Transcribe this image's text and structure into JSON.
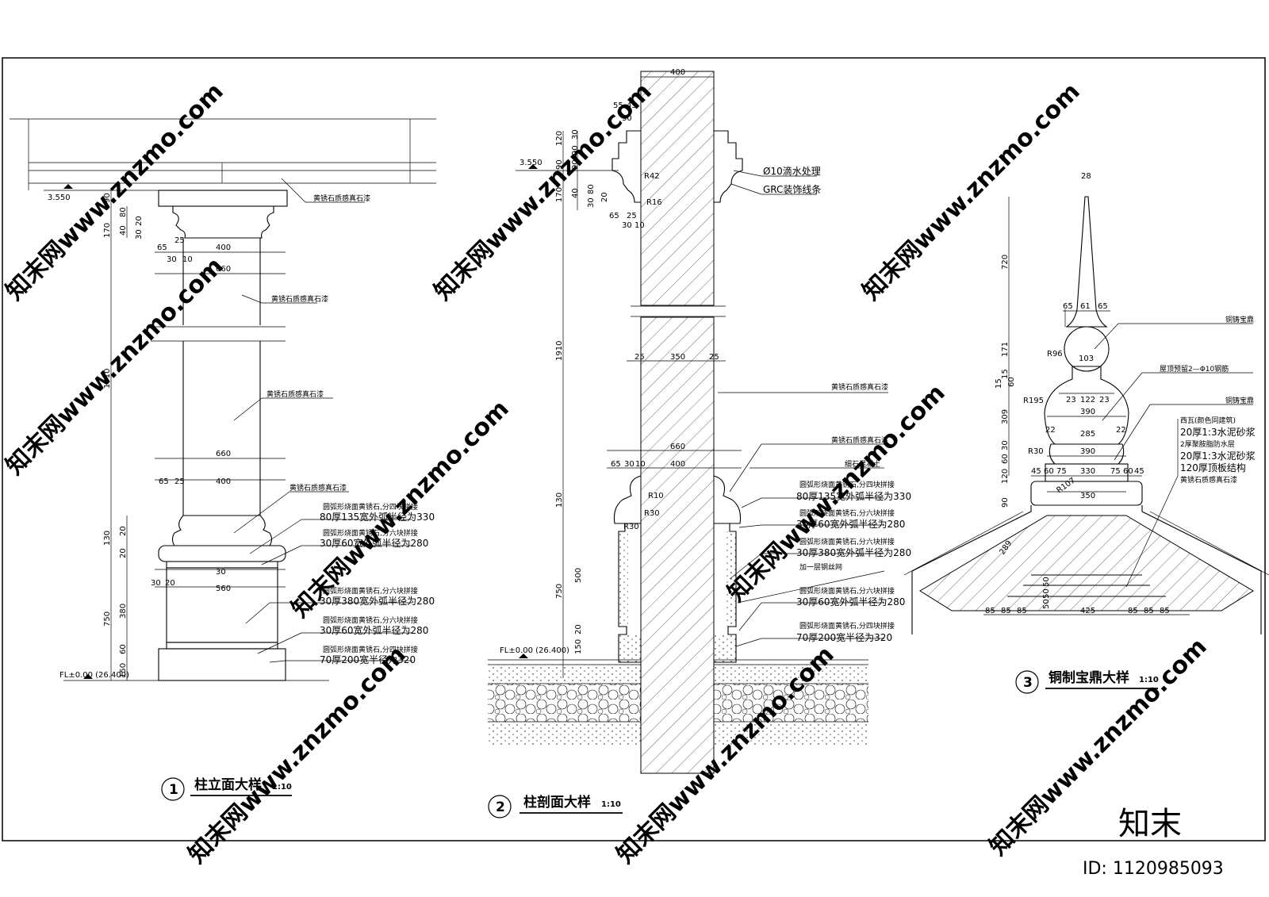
{
  "elevation_detail": {
    "number": "1",
    "title": "柱立面大样",
    "scale": "1:10",
    "level_top": "3.550",
    "level_floor": "FL±0.00 (26.400)",
    "dims_vertical": [
      "90",
      "170",
      "80",
      "20",
      "40",
      "30",
      "1910",
      "130",
      "60",
      "30",
      "20",
      "20",
      "60",
      "60",
      "750",
      "380",
      "20",
      "30",
      "60",
      "20",
      "150"
    ],
    "dims_horizontal": [
      "65",
      "25",
      "400",
      "10",
      "30",
      "660",
      "660",
      "65",
      "25",
      "400",
      "25",
      "10",
      "30",
      "560",
      "660",
      "30",
      "20"
    ],
    "notes": {
      "cap": "黄锈石质感真石漆",
      "shaft_upper": "黄锈石质感真石漆",
      "shaft_mid": "黄锈石质感真石漆",
      "ring_top": "黄锈石质感真石漆",
      "base1_a": "圆弧形烧面黄锈石,分四块拼接",
      "base1_b": "80厚135宽外弧半径为330",
      "base2_a": "圆弧形烧面黄锈石,分六块拼接",
      "base2_b": "30厚60宽外弧半径为280",
      "base3_a": "圆弧形烧面黄锈石,分六块拼接",
      "base3_b": "30厚380宽外弧半径为280",
      "base4_a": "圆弧形烧面黄锈石,分六块拼接",
      "base4_b": "30厚60宽外弧半径为280",
      "base5_a": "圆弧形烧面黄锈石,分四块拼接",
      "base5_b": "70厚200宽半径为320"
    }
  },
  "section_detail": {
    "number": "2",
    "title": "柱剖面大样",
    "scale": "1:10",
    "level_top": "3.550",
    "level_floor": "FL±0.00 (26.400)",
    "dims_top": [
      "400",
      "55",
      "45",
      "30"
    ],
    "dims_vertical": [
      "30",
      "120",
      "90",
      "90",
      "90",
      "170",
      "40",
      "80",
      "30",
      "20",
      "1910",
      "130",
      "60",
      "30",
      "20",
      "60",
      "20",
      "750",
      "500",
      "20",
      "20",
      "20",
      "150"
    ],
    "dims_horizontal": [
      "65",
      "25",
      "30",
      "10",
      "25",
      "350",
      "25",
      "660",
      "400",
      "65",
      "30",
      "10"
    ],
    "radii": [
      "R42",
      "R16",
      "R10",
      "R30",
      "R30"
    ],
    "notes": {
      "drip": "Ø10滴水处理",
      "grc": "GRC装饰线条",
      "paint1": "黄锈石质感真石漆",
      "paint2": "黄锈石质感真石漆",
      "concrete": "细石混凝土",
      "b1_a": "圆弧形烧面黄锈石,分四块拼接",
      "b1_b": "80厚135宽外弧半径为330",
      "b2_a": "圆弧形烧面黄锈石,分六块拼接",
      "b2_b": "30厚60宽外弧半径为280",
      "b3_a": "圆弧形烧面黄锈石,分六块拼接",
      "b3_b": "30厚380宽外弧半径为280",
      "mesh": "加一层钢丝网",
      "b4_a": "圆弧形烧面黄锈石,分六块拼接",
      "b4_b": "30厚60宽外弧半径为280",
      "b5_a": "圆弧形烧面黄锈石,分四块拼接",
      "b5_b": "70厚200宽半径为320"
    }
  },
  "finial_detail": {
    "number": "3",
    "title": "铜制宝鼎大样",
    "scale": "1:10",
    "dims": [
      "28",
      "720",
      "65",
      "61",
      "65",
      "171",
      "103",
      "15",
      "15",
      "60",
      "23",
      "122",
      "23",
      "R96",
      "R195",
      "390",
      "309",
      "22",
      "22",
      "285",
      "R30",
      "30",
      "60",
      "120",
      "390",
      "45",
      "60",
      "75",
      "330",
      "75",
      "60",
      "45",
      "R107",
      "350",
      "90",
      "289",
      "85",
      "85",
      "85",
      "425",
      "85",
      "85",
      "85",
      "50",
      "50",
      "50"
    ],
    "notes": {
      "n1": "铜铸宝鼎",
      "n2": "屋顶预留2—Φ10钢筋",
      "n3": "铜铸宝鼎",
      "n4": "西瓦(颜色同建筑)",
      "n5": "20厚1:3水泥砂浆",
      "n6": "2厚聚胺脂防水层",
      "n7": "20厚1:3水泥砂浆",
      "n8": "120厚顶板结构",
      "n9": "黄锈石质感真石漆"
    }
  },
  "branding": {
    "logo": "知末",
    "id_label": "ID: 1120985093",
    "watermark": "知末网www.znzmo.com"
  }
}
